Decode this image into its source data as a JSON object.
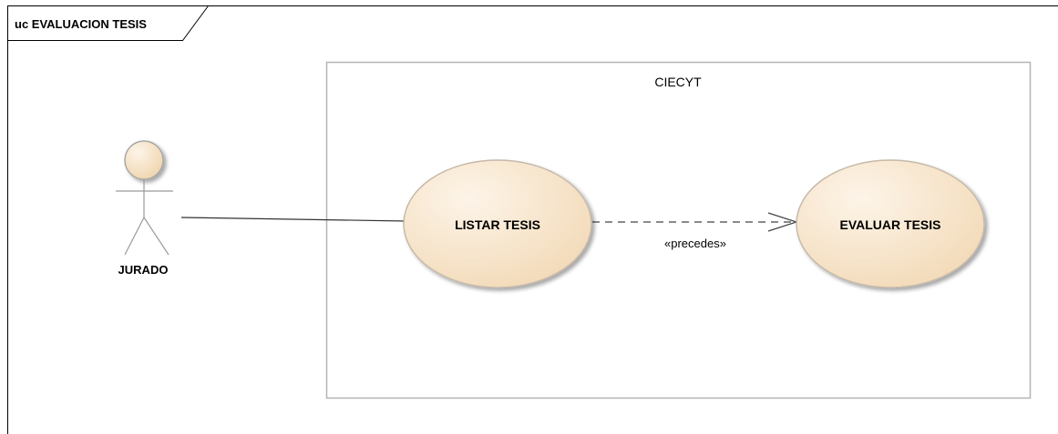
{
  "frame": {
    "title": "uc EVALUACION TESIS"
  },
  "system_boundary": {
    "label": "CIECYT"
  },
  "actors": [
    {
      "label": "JURADO"
    }
  ],
  "use_cases": [
    {
      "label": "LISTAR TESIS"
    },
    {
      "label": "EVALUAR TESIS"
    }
  ],
  "relationships": [
    {
      "kind": "association",
      "from": "JURADO",
      "to": "LISTAR TESIS"
    },
    {
      "kind": "dependency",
      "from": "LISTAR TESIS",
      "to": "EVALUAR TESIS",
      "stereotype": "«precedes»"
    }
  ],
  "colors": {
    "use_case_fill_light": "#fdf3e6",
    "use_case_fill_dark": "#f3dcbb",
    "use_case_stroke": "#c9bcae",
    "boundary_stroke": "#b8b8b8",
    "frame_stroke": "#000000",
    "line": "#333333"
  }
}
